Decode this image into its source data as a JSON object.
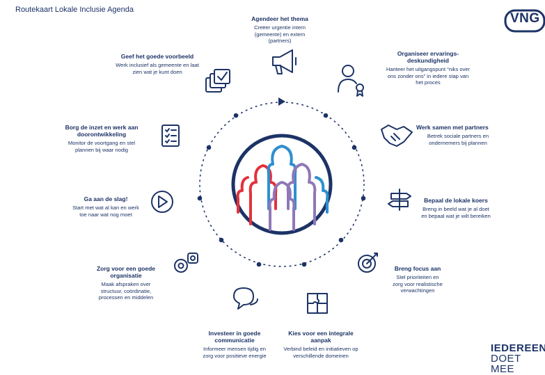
{
  "header": {
    "title": "Routekaart Lokale Inclusie Agenda"
  },
  "logo": {
    "text": "VNG"
  },
  "tagline": {
    "line1": "IEDEREEN",
    "line2": "DOET MEE"
  },
  "colors": {
    "navy": "#1c3366",
    "red": "#e3313b",
    "blue": "#2e8fd0",
    "purple": "#8f78b8"
  },
  "steps": [
    {
      "title": "Agendeer het thema",
      "desc": "Creëer urgentie intern (gemeente) en extern (partners)",
      "icon": "megaphone-icon"
    },
    {
      "title": "Organiseer ervarings-deskundigheid",
      "desc": "Hanteer het uitgangspunt “niks over ons zonder ons” in iedere stap van het proces",
      "icon": "person-award-icon"
    },
    {
      "title": "Werk samen met partners",
      "desc": "Betrek sociale partners en ondernemers bij plannen",
      "icon": "handshake-icon"
    },
    {
      "title": "Bepaal de lokale koers",
      "desc": "Breng in beeld wat je al doet en bepaal wat je wilt bereiken",
      "icon": "signpost-icon"
    },
    {
      "title": "Breng focus aan",
      "desc": "Stel prioriteiten en zorg voor realistische verwachtingen",
      "icon": "target-icon"
    },
    {
      "title": "Kies voor een integrale aanpak",
      "desc": "Verbind beleid en initiatieven op verschillende domeinen",
      "icon": "puzzle-icon"
    },
    {
      "title": "Investeer in goede communicatie",
      "desc": "Informeer mensen tijdig en zorg voor positieve energie",
      "icon": "speech-bubbles-icon"
    },
    {
      "title": "Zorg voor een goede organisatie",
      "desc": "Maak afspraken over structuur, coördinatie, processen en middelen",
      "icon": "gears-icon"
    },
    {
      "title": "Ga aan de slag!",
      "desc": "Start met wat al kan en werk toe naar wat nog moet",
      "icon": "play-icon"
    },
    {
      "title": "Borg de inzet en werk aan doorontwikkeling",
      "desc": "Monitor de voortgang en stel plannen bij waar nodig",
      "icon": "checklist-icon"
    },
    {
      "title": "Geef het goede voorbeeld",
      "desc": "Werk inclusief als gemeente en laat zien wat je kunt doen",
      "icon": "checked-cards-icon"
    }
  ]
}
